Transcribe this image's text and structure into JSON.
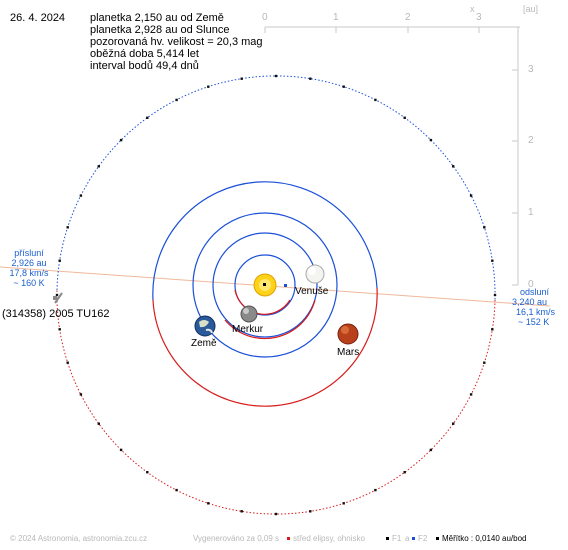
{
  "date": "26. 4. 2024",
  "info_lines": [
    "planetka 2,150 au od Země",
    "planetka 2,928 au od Slunce",
    "pozorovaná hv. velikost = 20,3 mag",
    "oběžná doba 5,414 let",
    "interval bodů 49,4 dnů"
  ],
  "axis": {
    "x_unit": "x",
    "au_unit": "[au]",
    "top_ticks": [
      "0",
      "1",
      "2",
      "3"
    ],
    "right_ticks": [
      "3",
      "2",
      "1",
      "0"
    ]
  },
  "perihelion": [
    "přísluní",
    "2,926 au",
    "17,8 km/s",
    "~ 160 K"
  ],
  "aphelion": [
    "odsluní",
    "3,240 au",
    "16,1 km/s",
    "~ 152 K"
  ],
  "asteroid_name": "(314358) 2005 TU162",
  "bodies": {
    "earth": "Země",
    "mercury": "Merkur",
    "venus": "Venuše",
    "mars": "Mars"
  },
  "pin_glyph": "✎",
  "footer": {
    "copyright": "© 2024 Astronomia, astronomia.zcu.cz",
    "generated": "Vygenerováno za 0,09 s",
    "legend_center": "střed elipsy, ohnisko",
    "legend_f1": "F1",
    "legend_a": "a",
    "legend_f2": "F2",
    "scale": "Měřítko : 0,0140 au/bod"
  },
  "colors": {
    "orbit_blue": "#1a4fd8",
    "orbit_red": "#d81a1a",
    "label_blue": "#1a5fd0",
    "grid_gray": "#b8b8b8",
    "apsis_line": "#f0b89a",
    "sun": "#ffd21a",
    "mars": "#b8401a"
  }
}
